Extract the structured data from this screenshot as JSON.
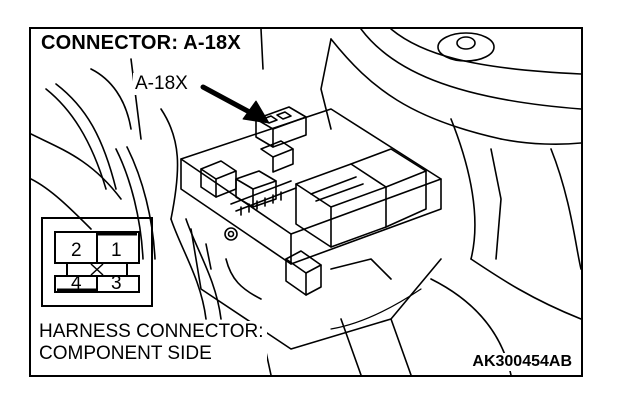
{
  "title": "CONNECTOR: A-18X",
  "callout_label": "A-18X",
  "caption_line1": "HARNESS CONNECTOR:",
  "caption_line2": "COMPONENT SIDE",
  "drawing_code": "AK300454AB",
  "pins": {
    "p1": "1",
    "p2": "2",
    "p3": "3",
    "p4": "4"
  },
  "colors": {
    "line": "#000000",
    "background": "#ffffff"
  }
}
